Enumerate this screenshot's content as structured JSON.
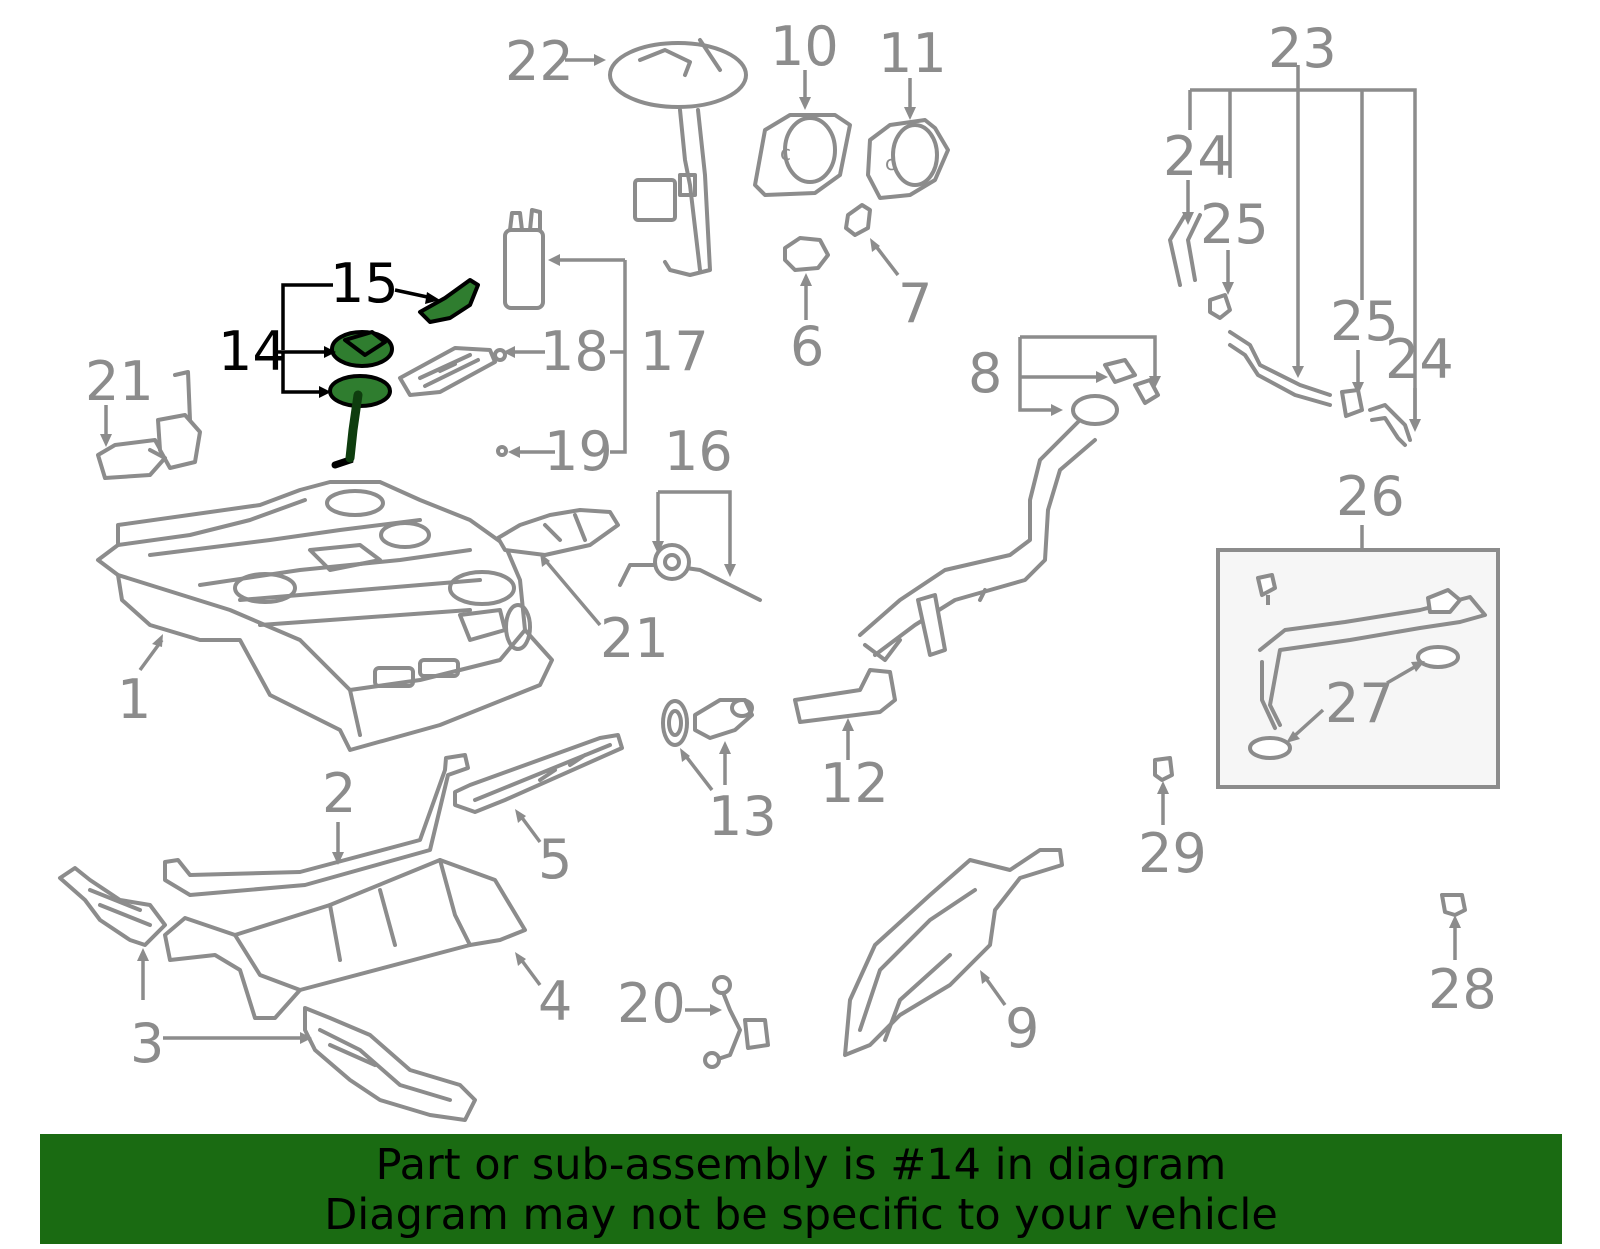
{
  "diagram": {
    "labels": {
      "l1": "1",
      "l2": "2",
      "l3": "3",
      "l4": "4",
      "l5": "5",
      "l6": "6",
      "l7": "7",
      "l8": "8",
      "l9": "9",
      "l10": "10",
      "l11": "11",
      "l12": "12",
      "l13": "13",
      "l14": "14",
      "l15": "15",
      "l16": "16",
      "l17": "17",
      "l18": "18",
      "l19": "19",
      "l20": "20",
      "l21a": "21",
      "l21b": "21",
      "l22": "22",
      "l23": "23",
      "l24a": "24",
      "l24b": "24",
      "l25a": "25",
      "l25b": "25",
      "l26": "26",
      "l27": "27",
      "l28": "28",
      "l29": "29"
    },
    "highlighted_part": "14",
    "colors": {
      "part_stroke": "#8c8c8c",
      "highlight_fill": "#2f7d2f",
      "highlight_stroke": "#000000",
      "banner_bg": "#1a6b12"
    }
  },
  "banner": {
    "line1": "Part or sub-assembly is #14 in diagram",
    "line2": "Diagram may not be specific to your vehicle"
  }
}
